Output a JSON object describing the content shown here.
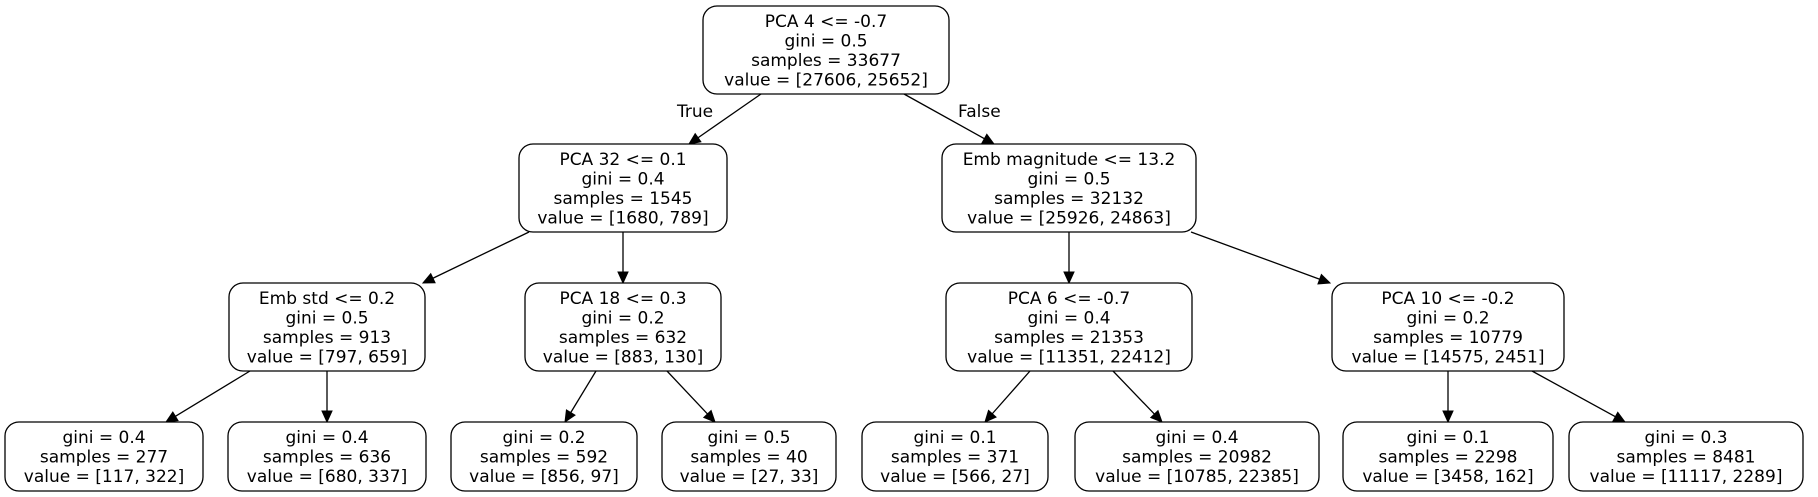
{
  "tree": {
    "nodes": [
      {
        "id": "n0",
        "lines": [
          "PCA 4 <= -0.7",
          "gini = 0.5",
          "samples = 33677",
          "value = [27606, 25652]"
        ]
      },
      {
        "id": "n1",
        "lines": [
          "PCA 32 <= 0.1",
          "gini = 0.4",
          "samples = 1545",
          "value = [1680, 789]"
        ]
      },
      {
        "id": "n2",
        "lines": [
          "Emb magnitude <= 13.2",
          "gini = 0.5",
          "samples = 32132",
          "value = [25926, 24863]"
        ]
      },
      {
        "id": "n3",
        "lines": [
          "Emb std <= 0.2",
          "gini = 0.5",
          "samples = 913",
          "value = [797, 659]"
        ]
      },
      {
        "id": "n4",
        "lines": [
          "PCA 18 <= 0.3",
          "gini = 0.2",
          "samples = 632",
          "value = [883, 130]"
        ]
      },
      {
        "id": "n5",
        "lines": [
          "PCA 6 <= -0.7",
          "gini = 0.4",
          "samples = 21353",
          "value = [11351, 22412]"
        ]
      },
      {
        "id": "n6",
        "lines": [
          "PCA 10 <= -0.2",
          "gini = 0.2",
          "samples = 10779",
          "value = [14575, 2451]"
        ]
      },
      {
        "id": "n7",
        "lines": [
          "gini = 0.4",
          "samples = 277",
          "value = [117, 322]"
        ]
      },
      {
        "id": "n8",
        "lines": [
          "gini = 0.4",
          "samples = 636",
          "value = [680, 337]"
        ]
      },
      {
        "id": "n9",
        "lines": [
          "gini = 0.2",
          "samples = 592",
          "value = [856, 97]"
        ]
      },
      {
        "id": "n10",
        "lines": [
          "gini = 0.5",
          "samples = 40",
          "value = [27, 33]"
        ]
      },
      {
        "id": "n11",
        "lines": [
          "gini = 0.1",
          "samples = 371",
          "value = [566, 27]"
        ]
      },
      {
        "id": "n12",
        "lines": [
          "gini = 0.4",
          "samples = 20982",
          "value = [10785, 22385]"
        ]
      },
      {
        "id": "n13",
        "lines": [
          "gini = 0.1",
          "samples = 2298",
          "value = [3458, 162]"
        ]
      },
      {
        "id": "n14",
        "lines": [
          "gini = 0.3",
          "samples = 8481",
          "value = [11117, 2289]"
        ]
      }
    ],
    "edges": [
      {
        "from": "n0",
        "to": "n1",
        "label": "True"
      },
      {
        "from": "n0",
        "to": "n2",
        "label": "False"
      },
      {
        "from": "n1",
        "to": "n3",
        "label": ""
      },
      {
        "from": "n1",
        "to": "n4",
        "label": ""
      },
      {
        "from": "n2",
        "to": "n5",
        "label": ""
      },
      {
        "from": "n2",
        "to": "n6",
        "label": ""
      },
      {
        "from": "n3",
        "to": "n7",
        "label": ""
      },
      {
        "from": "n3",
        "to": "n8",
        "label": ""
      },
      {
        "from": "n4",
        "to": "n9",
        "label": ""
      },
      {
        "from": "n4",
        "to": "n10",
        "label": ""
      },
      {
        "from": "n5",
        "to": "n11",
        "label": ""
      },
      {
        "from": "n5",
        "to": "n12",
        "label": ""
      },
      {
        "from": "n6",
        "to": "n13",
        "label": ""
      },
      {
        "from": "n6",
        "to": "n14",
        "label": ""
      }
    ]
  }
}
